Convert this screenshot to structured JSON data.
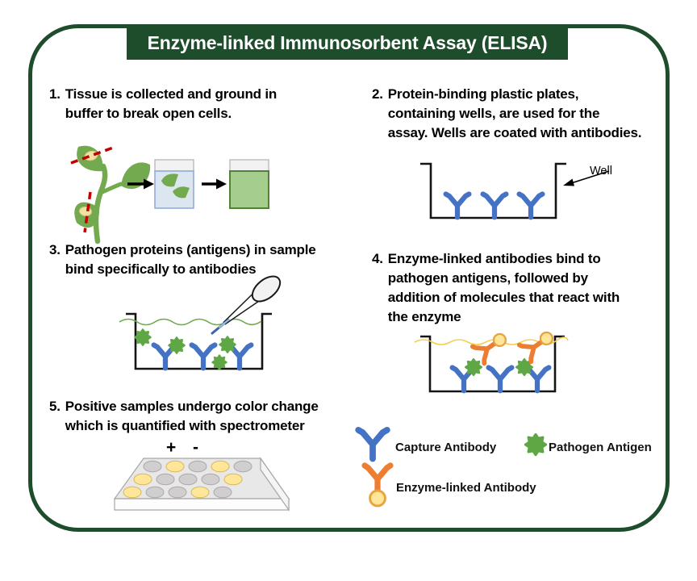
{
  "title": "Enzyme-linked Immunosorbent Assay (ELISA)",
  "steps": [
    {
      "num": "1.",
      "text": "Tissue is collected and ground in\nbuffer to break open cells."
    },
    {
      "num": "2.",
      "text": "Protein-binding plastic plates,\ncontaining wells, are used for the\nassay. Wells are coated with antibodies."
    },
    {
      "num": "3.",
      "text": "Pathogen proteins (antigens) in sample\nbind specifically to antibodies"
    },
    {
      "num": "4.",
      "text": "Enzyme-linked antibodies bind to\npathogen antigens, followed by\naddition of molecules that react with\nthe enzyme"
    },
    {
      "num": "5.",
      "text": "Positive samples undergo color change\nwhich is quantified with spectrometer"
    }
  ],
  "annotations": {
    "well_label": "Well",
    "plus": "+",
    "minus": "-"
  },
  "legend": {
    "items": [
      {
        "icon": "capture-antibody-icon",
        "label": "Capture Antibody"
      },
      {
        "icon": "pathogen-antigen-icon",
        "label": "Pathogen Antigen"
      },
      {
        "icon": "enzyme-linked-antibody-icon",
        "label": "Enzyme-linked  Antibody"
      }
    ]
  },
  "plate": {
    "rows": [
      [
        "neg",
        "pos",
        "neg",
        "pos",
        "neg"
      ],
      [
        "pos",
        "neg",
        "neg",
        "neg",
        "pos"
      ],
      [
        "pos",
        "neg",
        "neg",
        "pos",
        "neg"
      ]
    ]
  },
  "colors": {
    "banner_green": "#1E4D2B",
    "antibody_blue": "#4472C4",
    "antigen_green": "#5EA744",
    "enzyme_orange": "#ED7D31",
    "enzyme_yellow": "#FFE699",
    "leaf_green": "#73A94F",
    "sample_blue": "#DCE6F1",
    "sample_green": "#A5CD8D",
    "positive_well": "#FFE699",
    "negative_well": "#D0CECE",
    "cut_red": "#C00000"
  }
}
